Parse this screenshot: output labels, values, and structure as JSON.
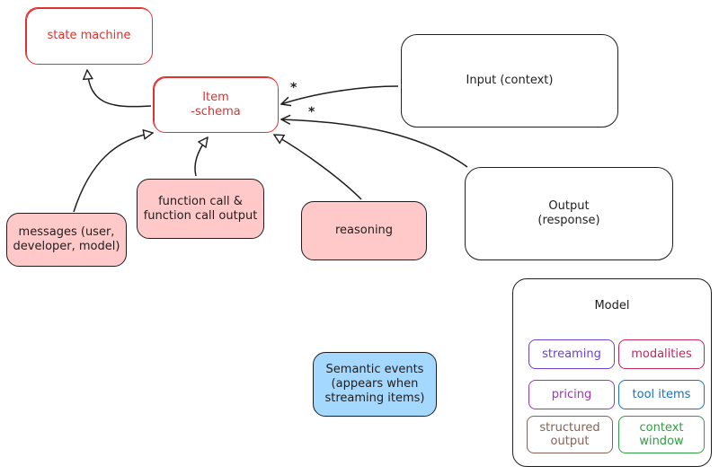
{
  "nodes": {
    "state_machine": "state machine",
    "item_schema": "Item\n-schema",
    "input": "Input (context)",
    "output": "Output\n(response)",
    "messages": "messages (user,\ndeveloper, model)",
    "function_call": "function call &\nfunction call output",
    "reasoning": "reasoning",
    "semantic_events": "Semantic events\n(appears when\nstreaming items)"
  },
  "multiplicity": {
    "input_edge": "*",
    "output_edge": "*"
  },
  "model": {
    "title": "Model",
    "chips": [
      {
        "label": "streaming",
        "color": "#6741d9"
      },
      {
        "label": "modalities",
        "color": "#c2255c"
      },
      {
        "label": "pricing",
        "color": "#9c36b5"
      },
      {
        "label": "tool items",
        "color": "#1971c2"
      },
      {
        "label": "structured\noutput",
        "color": "#846358"
      },
      {
        "label": "context\nwindow",
        "color": "#2f9e44"
      }
    ]
  },
  "colors": {
    "stroke": "#1e1e1e",
    "red": "#e03131",
    "pink_fill": "#ffc9c9",
    "blue_fill": "#a5d8ff"
  }
}
